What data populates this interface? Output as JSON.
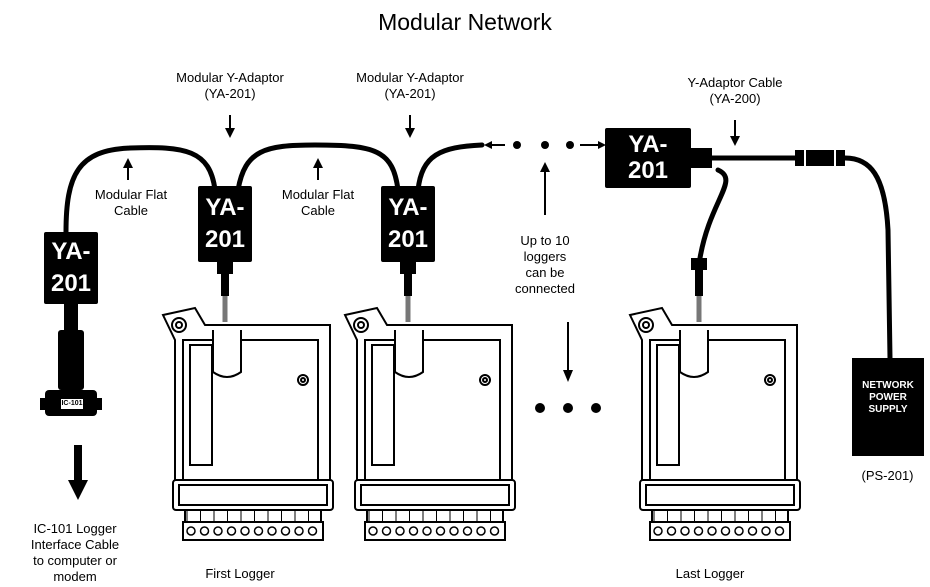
{
  "title": "Modular Network",
  "labels": {
    "adaptor_1": "Modular Y-Adaptor\n(YA-201)",
    "adaptor_2": "Modular Y-Adaptor\n(YA-201)",
    "adaptor_cable": "Y-Adaptor Cable\n(YA-200)",
    "flat_cable_1": "Modular Flat\nCable",
    "flat_cable_2": "Modular Flat\nCable",
    "up_to": "Up to 10\nloggers\ncan be\nconnected",
    "interface_cable": "IC-101 Logger\nInterface Cable\nto computer or\nmodem",
    "first_logger": "First Logger",
    "last_logger": "Last Logger",
    "ps_part": "(PS-201)"
  },
  "adaptor_boxes": [
    "YA-\n201",
    "YA-\n201",
    "YA-\n201",
    "YA-\n201"
  ],
  "power_supply": "NETWORK\nPOWER\nSUPPLY",
  "connector_label": "IC-101",
  "terminal_strip": "0000000000"
}
